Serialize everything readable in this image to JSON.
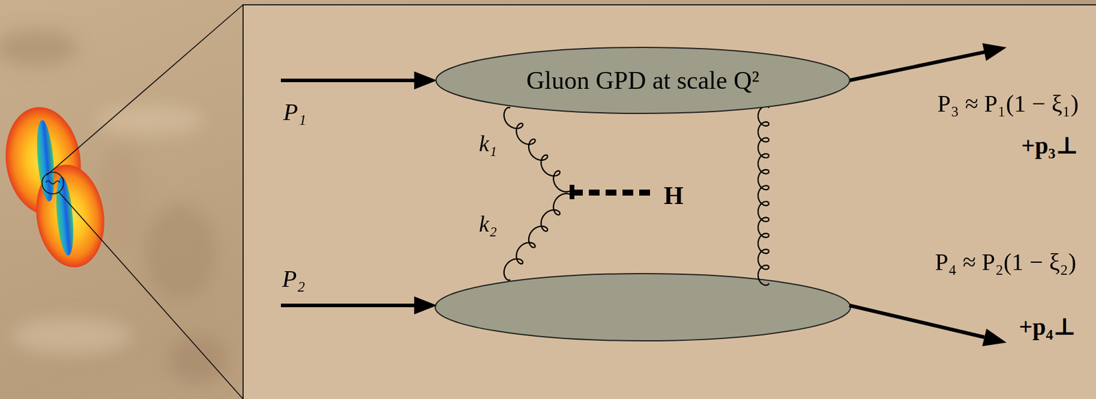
{
  "diagram": {
    "nodes": [
      {
        "text": [
          "Gluon GPD at scale Q²"
        ]
      }
    ],
    "labels": [
      "P₁",
      "P₃ ≈ P₁(1 − ξ₁)",
      "+p₃⊥",
      "k₁",
      "H",
      "k₂",
      "P₂",
      "P₄ ≈ P₂(1 − ξ₂)",
      "+p₄⊥"
    ]
  }
}
